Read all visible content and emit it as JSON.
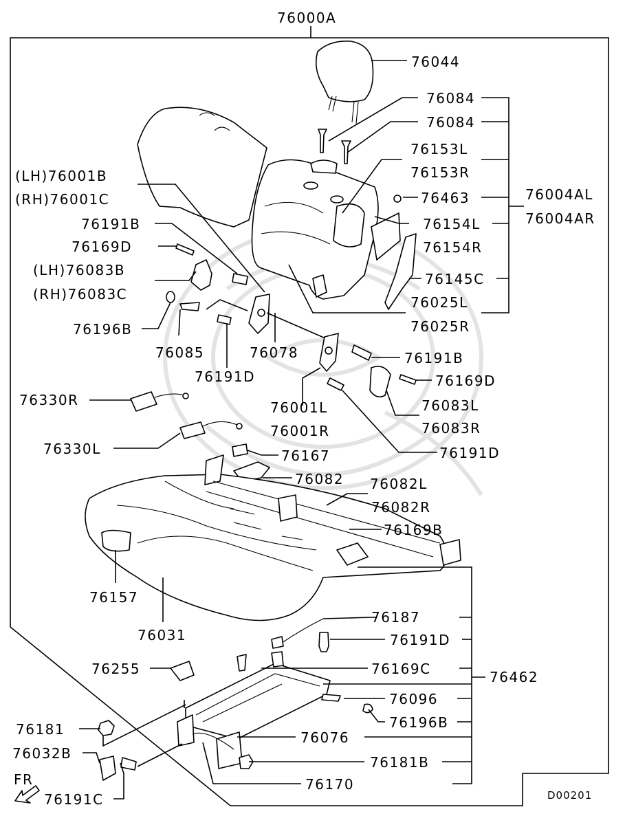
{
  "diagram": {
    "assembly_number": "76000A",
    "figure_code": "D00201",
    "direction_label": "FR",
    "labels": {
      "l76044": "76044",
      "l76084a": "76084",
      "l76084b": "76084",
      "l76153L": "76153L",
      "l76153R": "76153R",
      "l76463": "76463",
      "l76004AL": "76004AL",
      "l76004AR": "76004AR",
      "l76154L": "76154L",
      "l76154R": "76154R",
      "l76145C": "76145C",
      "l76025L": "76025L",
      "l76025R": "76025R",
      "l76001B": "(LH)76001B",
      "l76001C": "(RH)76001C",
      "l76191B_left": "76191B",
      "l76169D_left": "76169D",
      "l76083B": "(LH)76083B",
      "l76083C": "(RH)76083C",
      "l76196B_top": "76196B",
      "l76085": "76085",
      "l76078": "76078",
      "l76191D_mid": "76191D",
      "l76191B_right": "76191B",
      "l76169D_right": "76169D",
      "l76083L": "76083L",
      "l76083R": "76083R",
      "l76001L": "76001L",
      "l76001R": "76001R",
      "l76191D_right": "76191D",
      "l76330R": "76330R",
      "l76330L": "76330L",
      "l76167": "76167",
      "l76082": "76082",
      "l76082L": "76082L",
      "l76082R": "76082R",
      "l76169B": "76169B",
      "l76157": "76157",
      "l76031": "76031",
      "l76187": "76187",
      "l76191D_low": "76191D",
      "l76462": "76462",
      "l76255": "76255",
      "l76169C": "76169C",
      "l76096": "76096",
      "l76196B_low": "76196B",
      "l76181": "76181",
      "l76032B": "76032B",
      "l76076": "76076",
      "l76181B": "76181B",
      "l76170": "76170",
      "l76191C": "76191C"
    }
  }
}
